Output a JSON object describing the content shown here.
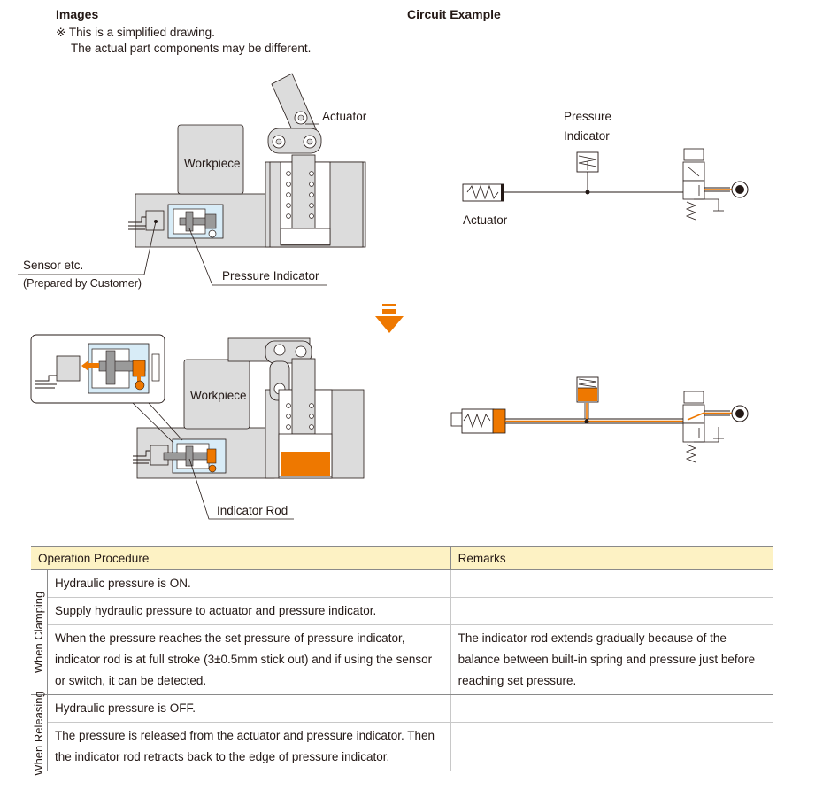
{
  "headers": {
    "images": "Images",
    "circuit_example": "Circuit Example"
  },
  "note": {
    "line1": "※ This is a simplified drawing.",
    "line2": "The actual part components may be different."
  },
  "labels": {
    "actuator": "Actuator",
    "workpiece": "Workpiece",
    "sensor": "Sensor etc.",
    "prepared_by": "(Prepared by Customer)",
    "pressure_indicator": "Pressure Indicator",
    "indicator_rod": "Indicator Rod",
    "circuit_pressure": "Pressure",
    "circuit_indicator": "Indicator",
    "circuit_actuator": "Actuator"
  },
  "colors": {
    "orange": "#ee7800",
    "part_gray": "#dcdcdc",
    "line": "#231815",
    "indicator_blue": "#d8ecf7",
    "table_header": "#fdf2c4"
  },
  "table": {
    "headers": [
      "Operation Procedure",
      "Remarks"
    ],
    "groups": [
      {
        "label": "When Clamping",
        "rows": [
          {
            "procedure": "Hydraulic pressure is ON.",
            "remarks": ""
          },
          {
            "procedure": "Supply hydraulic pressure to actuator and pressure indicator.",
            "remarks": ""
          },
          {
            "procedure": "When the pressure reaches the set pressure of pressure indicator, indicator rod is at full stroke (3±0.5mm stick out) and if using the sensor or switch, it can be detected.",
            "remarks": "The indicator rod extends gradually because of the balance between built-in spring and pressure just before reaching set pressure."
          }
        ]
      },
      {
        "label": "When Releasing",
        "rows": [
          {
            "procedure": "Hydraulic pressure is OFF.",
            "remarks": ""
          },
          {
            "procedure": "The pressure is released from the actuator and pressure indicator. Then the indicator rod retracts back to the edge of pressure indicator.",
            "remarks": ""
          }
        ]
      }
    ]
  }
}
